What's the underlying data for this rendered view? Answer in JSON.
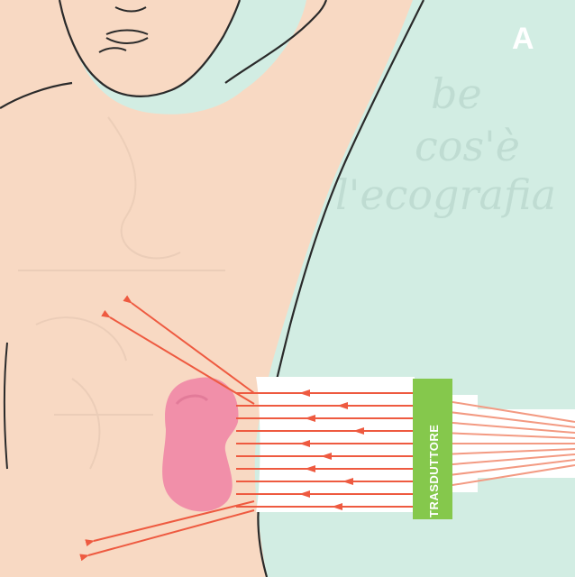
{
  "panel": {
    "letter": "A"
  },
  "transducer": {
    "label": "TRASDUTTORE"
  },
  "background_bleed_text": {
    "line1": "be",
    "line2": "cos'è",
    "line3": "l'ecografia"
  },
  "colors": {
    "background": "#d2ede3",
    "skin": "#f8d9c3",
    "outline": "#2a2a2a",
    "kidney": "#ef86a6",
    "beam": "#ee5a40",
    "transducer": "#85c84c",
    "cable": "#f39a82"
  }
}
